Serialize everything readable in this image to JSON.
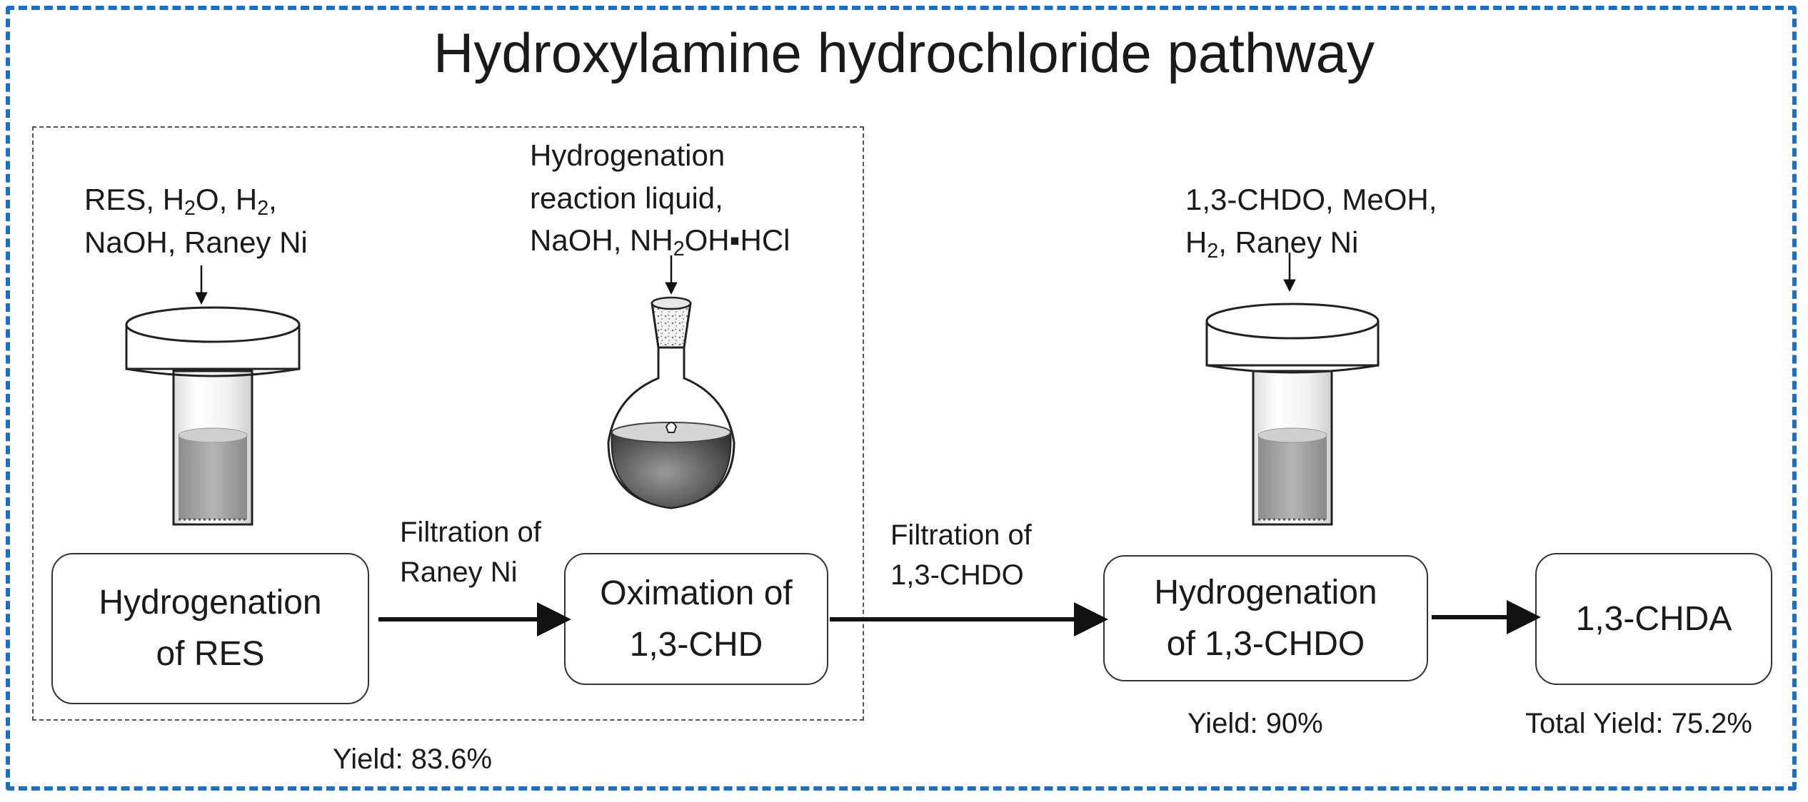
{
  "title": "Hydroxylamine hydrochloride pathway",
  "colors": {
    "frame_border": "#1f6fc0",
    "text": "#1a1a1a"
  },
  "steps": [
    {
      "line1": "Hydrogenation",
      "line2": "of RES"
    },
    {
      "line1": "Oximation of",
      "line2": "1,3-CHD"
    },
    {
      "line1": "Hydrogenation",
      "line2": "of 1,3-CHDO"
    },
    {
      "line1": "1,3-CHDA"
    }
  ],
  "reagents": {
    "step1": {
      "line1": {
        "a": "RES, H",
        "sub1": "2",
        "b": "O, H",
        "sub2": "2",
        "c": ","
      },
      "line2": "NaOH, Raney Ni"
    },
    "step2": {
      "line1": "Hydrogenation",
      "line2": "reaction liquid,",
      "line3": {
        "a": "NaOH, NH",
        "sub": "2",
        "b": "OH▪HCl"
      }
    },
    "step3": {
      "line1": "1,3-CHDO, MeOH,",
      "line2": {
        "sub_prefix": "H",
        "sub": "2",
        "b": ", Raney Ni"
      }
    }
  },
  "transitions": {
    "t1": {
      "line1": "Filtration of",
      "line2": "Raney Ni"
    },
    "t2": {
      "line1": "Filtration of",
      "line2": "1,3-CHDO"
    }
  },
  "yields": {
    "group": "Yield: 83.6%",
    "step3": "Yield: 90%",
    "total": "Total Yield: 75.2%"
  },
  "icons": [
    "reactor-icon",
    "round-bottom-flask-icon",
    "reactor-icon"
  ]
}
